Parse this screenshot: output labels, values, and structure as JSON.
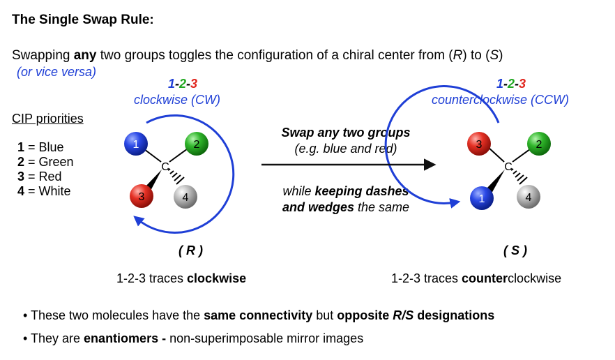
{
  "title": "The Single Swap Rule:",
  "intro": {
    "text_1": "Swapping ",
    "bold_any": "any",
    "text_2": " two groups toggles the configuration of a chiral center from (",
    "r": "R",
    "text_3": ") to (",
    "s": "S",
    "text_4": ")",
    "vice_versa": "(or vice versa)"
  },
  "sequence": {
    "n1": "1",
    "dash1": "-",
    "n2": "2",
    "dash2": "-",
    "n3": "3"
  },
  "left_direction": "clockwise (CW)",
  "right_direction": "counterclockwise (CCW)",
  "cip": {
    "title": "CIP priorities",
    "items": [
      {
        "num": "1",
        "text": " = Blue"
      },
      {
        "num": "2",
        "text": " = Green"
      },
      {
        "num": "3",
        "text": " = Red"
      },
      {
        "num": "4",
        "text": " = White"
      }
    ]
  },
  "middle": {
    "line1": "Swap any two groups",
    "line2": "(e.g. blue and red)",
    "line3_a": "while ",
    "line3_b": "keeping dashes",
    "line4_a": "and wedges",
    "line4_b": " the same"
  },
  "molecule_left": {
    "center": "C",
    "top_left": "1",
    "top_right": "2",
    "bottom_left": "3",
    "bottom_right": "4",
    "config": "( R )",
    "trace_pre": "1-2-3 traces ",
    "trace_bold": "clockwise",
    "trace_post": ""
  },
  "molecule_right": {
    "center": "C",
    "top_left": "3",
    "top_right": "2",
    "bottom_left": "1",
    "bottom_right": "4",
    "config": "( S )",
    "trace_pre": "1-2-3 traces ",
    "trace_bold": "counter",
    "trace_post": "clockwise"
  },
  "bullets": [
    {
      "dot": "•",
      "t1": "These two molecules have the ",
      "b1": "same connectivity",
      "t2": " but ",
      "b2": "opposite ",
      "b3": "R/S",
      "b4": " designations"
    },
    {
      "dot": "•",
      "t1": "They are ",
      "b1": "enantiomers -",
      "t2": " non-superimposable mirror images"
    }
  ],
  "colors": {
    "blue": "#1f3fd6",
    "green": "#22a822",
    "red": "#e0241c",
    "white_ball": "#a9a9a9"
  }
}
